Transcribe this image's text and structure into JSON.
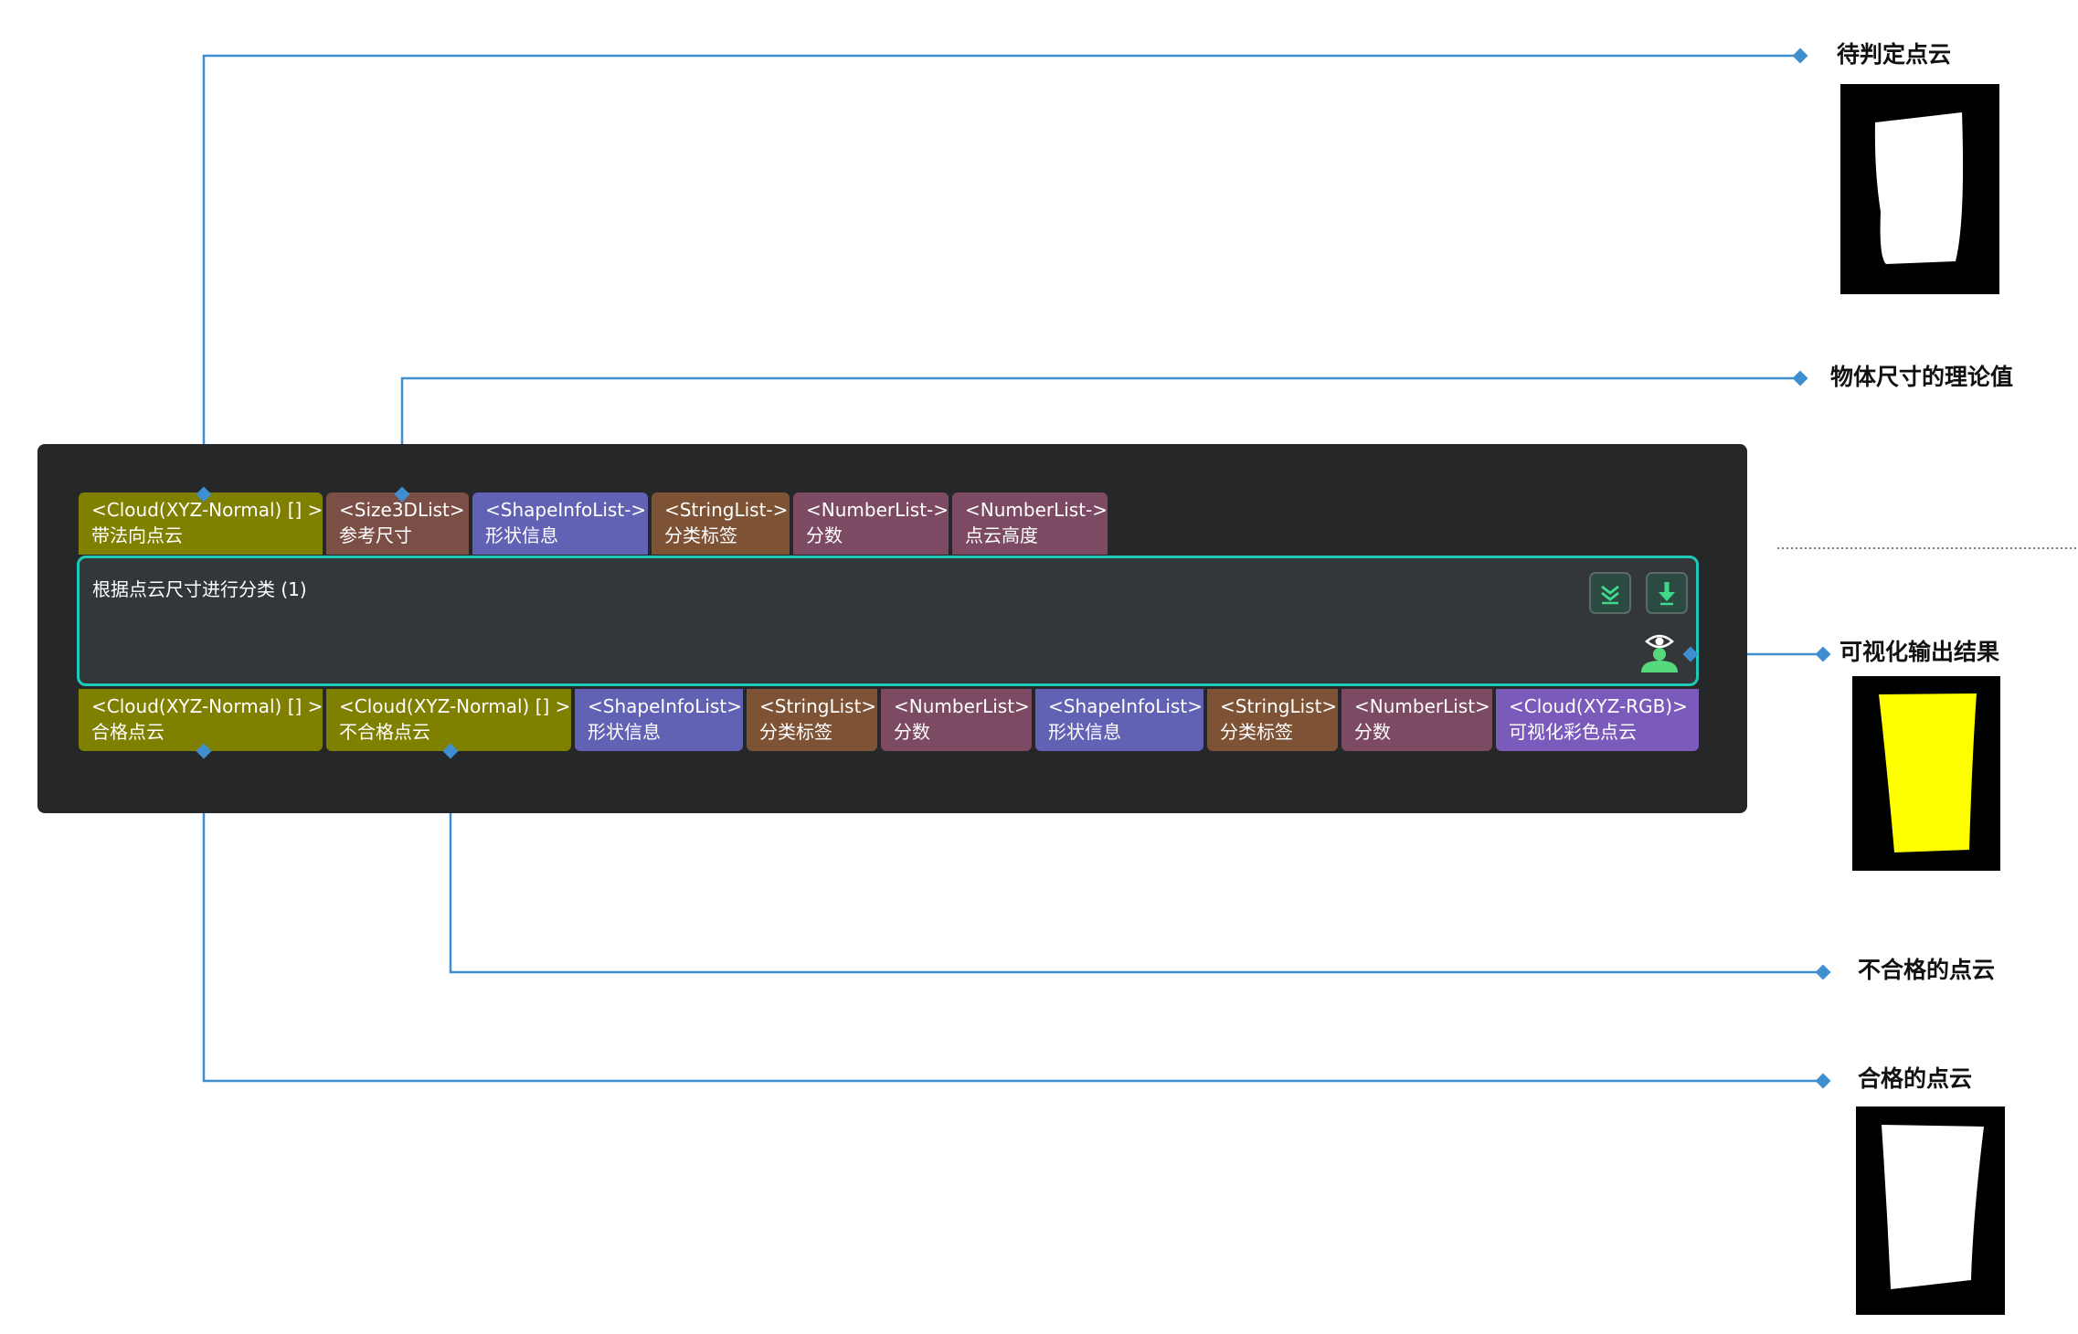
{
  "node": {
    "title": "根据点云尺寸进行分类 (1)",
    "inputs": [
      {
        "type": "<Cloud(XYZ-Normal) [] >",
        "name": "带法向点云",
        "color": "#808000"
      },
      {
        "type": "<Size3DList>",
        "name": "参考尺寸",
        "color": "#7b4f45"
      },
      {
        "type": "<ShapeInfoList->",
        "name": "形状信息",
        "color": "#6262b4"
      },
      {
        "type": "<StringList->",
        "name": "分类标签",
        "color": "#7e5235"
      },
      {
        "type": "<NumberList->",
        "name": "分数",
        "color": "#7d4a63"
      },
      {
        "type": "<NumberList->",
        "name": "点云高度",
        "color": "#7d4a63"
      }
    ],
    "outputs": [
      {
        "type": "<Cloud(XYZ-Normal) [] >",
        "name": "合格点云",
        "color": "#808000"
      },
      {
        "type": "<Cloud(XYZ-Normal) [] >",
        "name": "不合格点云",
        "color": "#808000"
      },
      {
        "type": "<ShapeInfoList>",
        "name": "形状信息",
        "color": "#6262b4"
      },
      {
        "type": "<StringList>",
        "name": "分类标签",
        "color": "#7e5235"
      },
      {
        "type": "<NumberList>",
        "name": "分数",
        "color": "#7d4a63"
      },
      {
        "type": "<ShapeInfoList>",
        "name": "形状信息",
        "color": "#6262b4"
      },
      {
        "type": "<StringList>",
        "name": "分类标签",
        "color": "#7e5235"
      },
      {
        "type": "<NumberList>",
        "name": "分数",
        "color": "#7d4a63"
      },
      {
        "type": "<Cloud(XYZ-RGB)>",
        "name": "可视化彩色点云",
        "color": "#7a5abb"
      }
    ],
    "border_color": "#1fc9b8",
    "icons": [
      "collapse-chevrons-icon",
      "download-arrow-icon",
      "visualize-eye-icon"
    ]
  },
  "annotations": {
    "input_cloud": "待判定点云",
    "reference_size": "物体尺寸的理论值",
    "visualization": "可视化输出结果",
    "unqualified": "不合格的点云",
    "qualified": "合格的点云"
  },
  "colors": {
    "connector": "#3f8fd0",
    "panel": "#262729",
    "visualization_fill": "#ffff00"
  }
}
